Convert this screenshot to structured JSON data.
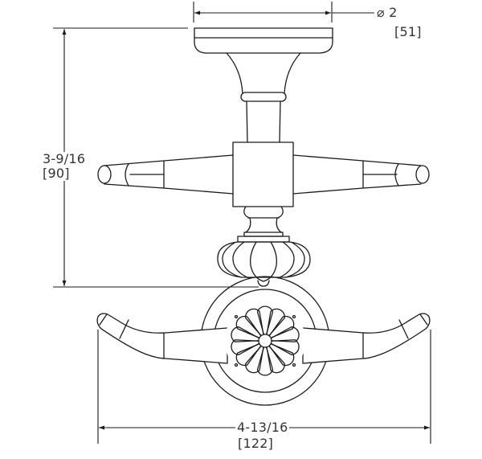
{
  "drawing": {
    "subject": "double robe hook technical dimension drawing",
    "views": [
      "side-view",
      "front-view"
    ],
    "line_color": "#1a1a1a",
    "text_color": "#333333",
    "background": "#ffffff"
  },
  "dimensions": {
    "base_diameter": {
      "imperial": "⌀ 2",
      "metric": "[51]"
    },
    "height": {
      "imperial": "3-9/16",
      "metric": "[90]"
    },
    "width": {
      "imperial": "4-13/16",
      "metric": "[122]"
    }
  }
}
